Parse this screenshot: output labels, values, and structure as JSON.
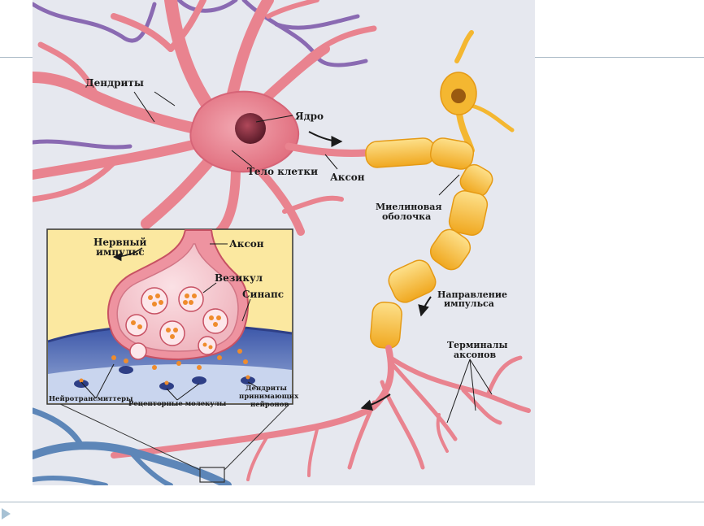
{
  "slide": {
    "colors": {
      "divider": "#a9b9c6",
      "bullet": "#a7c1d4"
    }
  },
  "diagram": {
    "labels": {
      "dendrites": "Дендриты",
      "nucleus": "Ядро",
      "cell_body": "Тело клетки",
      "axon": "Аксон",
      "myelin_line1": "Миелиновая",
      "myelin_line2": "оболочка",
      "direction_line1": "Направление",
      "direction_line2": "импульса",
      "terminals_line1": "Терминалы",
      "terminals_line2": "аксонов"
    },
    "inset": {
      "impulse_line1": "Нервный",
      "impulse_line2": "импульс",
      "axon": "Аксон",
      "vesicle": "Везикул",
      "synapse": "Синапс",
      "neurotransmitters": "Нейротрансмиттеры",
      "receptor_molecules": "Рецепторные молекулы",
      "dendrites_line1": "Дендриты",
      "dendrites_line2": "принимающих",
      "dendrites_line3": "нейронов"
    },
    "colors": {
      "background": "#e6e8ef",
      "neuron": "#e9838f",
      "neuron_dark": "#c75163",
      "myelin": "#f4b731",
      "myelin_light": "#fcd976",
      "blue_neuron": "#5d86b8",
      "purple_dendrite": "#8a6ab2",
      "inset_background": "#fbe8a0",
      "synapse_membrane": "#2e3f86",
      "vesicle_dot": "#ef8c2c"
    }
  }
}
